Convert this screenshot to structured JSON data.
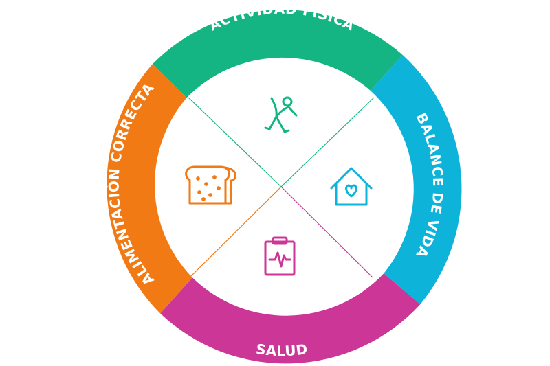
{
  "segments": {
    "top": {
      "label": "ACTIVIDAD FÍSICA",
      "color": "#14B582",
      "icon": "stretching-person-icon"
    },
    "right": {
      "label": "BALANCE DE VIDA",
      "color": "#0DB3D9",
      "icon": "house-heart-icon"
    },
    "bottom": {
      "label": "SALUD",
      "color": "#CC3697",
      "icon": "clipboard-heartbeat-icon"
    },
    "left": {
      "label": "ALIMENTACIÓN CORRECTA",
      "color": "#F27A15",
      "icon": "bread-slices-icon"
    }
  }
}
